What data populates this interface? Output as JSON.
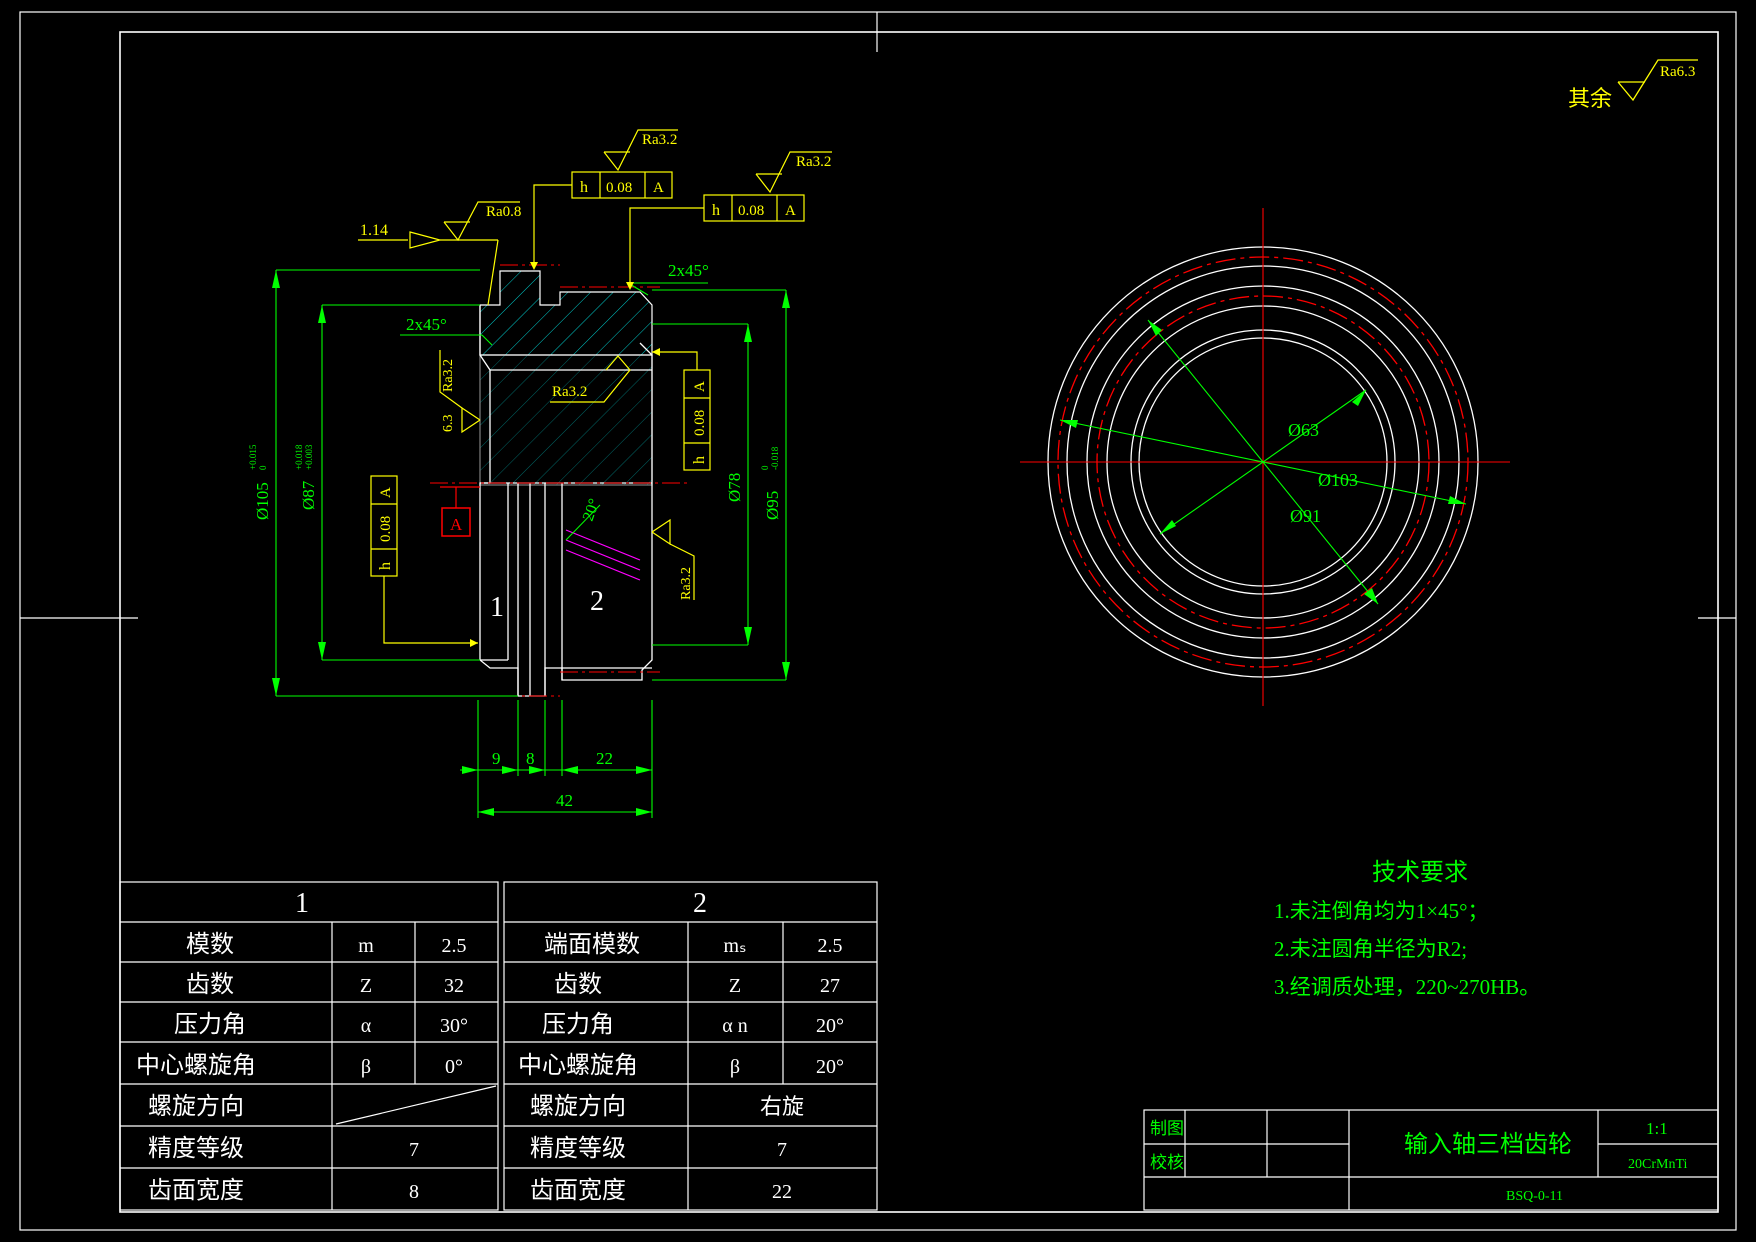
{
  "colors": {
    "background": "#000000",
    "frame": "#ffffff",
    "dimension": "#00ff00",
    "annotation": "#ffff00",
    "centerline": "#ff0000",
    "hatch": "#00cccc",
    "helix": "#ff00ff",
    "title_text": "#00ff00"
  },
  "roughness": {
    "other": "其余",
    "other_value": "Ra6.3",
    "r1": "Ra3.2",
    "r2": "Ra3.2",
    "r3": "Ra0.8",
    "r4": "Ra3.2",
    "r5": "Ra3.2",
    "r6": "Ra3.2",
    "r7_prefix": "6.3"
  },
  "tolerance_frames": {
    "top1": {
      "symbol": "h",
      "value": "0.08",
      "datum": "A"
    },
    "top2": {
      "symbol": "h",
      "value": "0.08",
      "datum": "A"
    },
    "right": {
      "symbol": "h",
      "value": "0.08",
      "datum": "A"
    },
    "left": {
      "symbol": "h",
      "value": "0.08",
      "datum": "A"
    }
  },
  "datum_label": "A",
  "section_dims": {
    "d105": "Ø105",
    "d105_tol_up": "+0.015",
    "d105_tol_low": "0",
    "d87": "Ø87",
    "d87_tol_up": "+0.018",
    "d87_tol_low": "+0.003",
    "d78": "Ø78",
    "d95": "Ø95",
    "d95_tol_up": "0",
    "d95_tol_low": "-0.018",
    "chamfer_top": "2x45°",
    "chamfer_left": "2x45°",
    "note_114": "1.14",
    "helix_angle": "20°",
    "gear1_label": "1",
    "gear2_label": "2",
    "w9": "9",
    "w8": "8",
    "w22": "22",
    "w42": "42"
  },
  "end_view_dims": {
    "d63": "Ø63",
    "d103": "Ø103",
    "d91": "Ø91"
  },
  "tech_req": {
    "title": "技术要求",
    "lines": [
      "1.未注倒角均为1×45°；",
      "2.未注圆角半径为R2;",
      "3.经调质处理，220~270HB。"
    ]
  },
  "gear_table_1": {
    "header": "1",
    "rows": [
      {
        "name": "模数",
        "symbol": "m",
        "value": "2.5"
      },
      {
        "name": "齿数",
        "symbol": "Z",
        "value": "32"
      },
      {
        "name": "压力角",
        "symbol": "α",
        "value": "30°"
      },
      {
        "name": "中心螺旋角",
        "symbol": "β",
        "value": "0°"
      },
      {
        "name": "螺旋方向",
        "value": ""
      },
      {
        "name": "精度等级",
        "value": "7"
      },
      {
        "name": "齿面宽度",
        "value": "8"
      }
    ]
  },
  "gear_table_2": {
    "header": "2",
    "rows": [
      {
        "name": "端面模数",
        "symbol": "mₛ",
        "value": "2.5"
      },
      {
        "name": "齿数",
        "symbol": "Z",
        "value": "27"
      },
      {
        "name": "压力角",
        "symbol": "α n",
        "value": "20°"
      },
      {
        "name": "中心螺旋角",
        "symbol": "β",
        "value": "20°"
      },
      {
        "name": "螺旋方向",
        "value": "右旋"
      },
      {
        "name": "精度等级",
        "value": "7"
      },
      {
        "name": "齿面宽度",
        "value": "22"
      }
    ]
  },
  "title_block": {
    "drawn_label": "制图",
    "checked_label": "校核",
    "part_name": "输入轴三档齿轮",
    "scale": "1:1",
    "material": "20CrMnTi",
    "drawing_no": "BSQ-0-11"
  }
}
